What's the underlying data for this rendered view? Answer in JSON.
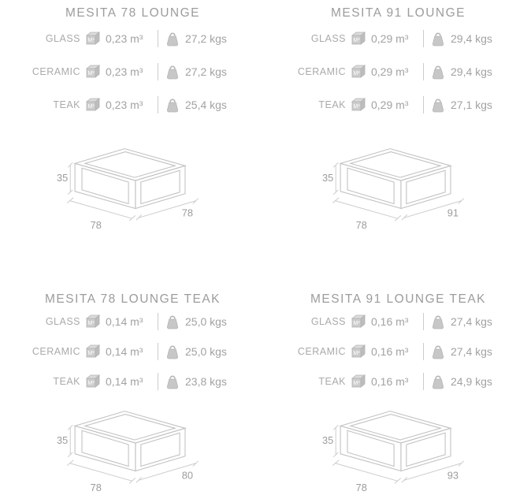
{
  "page": {
    "background": "#ffffff",
    "text_color": "#a2a2a2",
    "line_color": "#c2c2c2"
  },
  "icons": {
    "volume_icon": "m3-cube-icon",
    "volume_glyph": "M³",
    "weight_icon": "weight-kettlebell-icon"
  },
  "products": [
    {
      "title": "MESITA 78 LOUNGE",
      "rows": [
        {
          "material": "GLASS",
          "volume": "0,23 m³",
          "weight": "27,2 kgs"
        },
        {
          "material": "CERAMIC",
          "volume": "0,23 m³",
          "weight": "27,2 kgs"
        },
        {
          "material": "TEAK",
          "volume": "0,23 m³",
          "weight": "25,4 kgs"
        }
      ],
      "dimensions": {
        "height": "35",
        "width": "78",
        "depth": "78"
      }
    },
    {
      "title": "MESITA 91 LOUNGE",
      "rows": [
        {
          "material": "GLASS",
          "volume": "0,29 m³",
          "weight": "29,4 kgs"
        },
        {
          "material": "CERAMIC",
          "volume": "0,29 m³",
          "weight": "29,4 kgs"
        },
        {
          "material": "TEAK",
          "volume": "0,29 m³",
          "weight": "27,1 kgs"
        }
      ],
      "dimensions": {
        "height": "35",
        "width": "78",
        "depth": "91"
      }
    },
    {
      "title": "MESITA 78 LOUNGE TEAK",
      "rows": [
        {
          "material": "GLASS",
          "volume": "0,14 m³",
          "weight": "25,0 kgs"
        },
        {
          "material": "CERAMIC",
          "volume": "0,14 m³",
          "weight": "25,0 kgs"
        },
        {
          "material": "TEAK",
          "volume": "0,14 m³",
          "weight": "23,8 kgs"
        }
      ],
      "dimensions": {
        "height": "35",
        "width": "78",
        "depth": "80"
      }
    },
    {
      "title": "MESITA 91 LOUNGE TEAK",
      "rows": [
        {
          "material": "GLASS",
          "volume": "0,16 m³",
          "weight": "27,4 kgs"
        },
        {
          "material": "CERAMIC",
          "volume": "0,16 m³",
          "weight": "27,4 kgs"
        },
        {
          "material": "TEAK",
          "volume": "0,16 m³",
          "weight": "24,9 kgs"
        }
      ],
      "dimensions": {
        "height": "35",
        "width": "78",
        "depth": "93"
      }
    }
  ]
}
